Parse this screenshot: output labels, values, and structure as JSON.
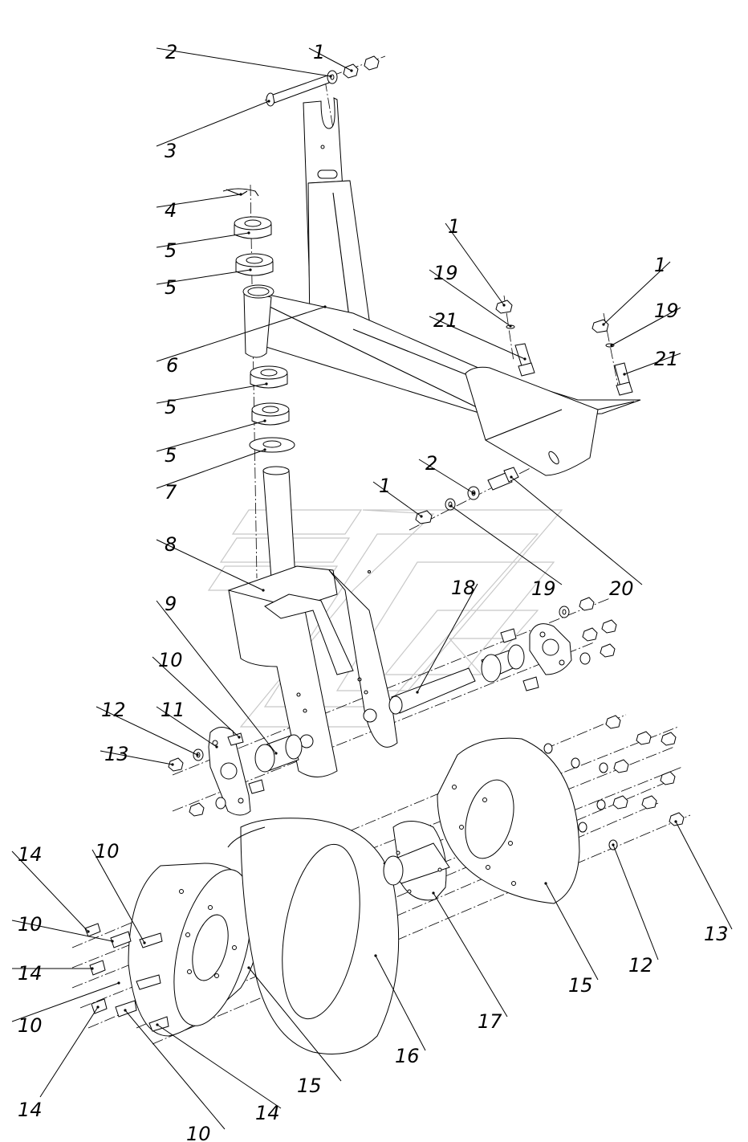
{
  "drawing": {
    "callouts": [
      {
        "id": "c1a",
        "text": "1"
      },
      {
        "id": "c2a",
        "text": "2"
      },
      {
        "id": "c3",
        "text": "3"
      },
      {
        "id": "c4",
        "text": "4"
      },
      {
        "id": "c5a",
        "text": "5"
      },
      {
        "id": "c5b",
        "text": "5"
      },
      {
        "id": "c6",
        "text": "6"
      },
      {
        "id": "c5c",
        "text": "5"
      },
      {
        "id": "c5d",
        "text": "5"
      },
      {
        "id": "c7",
        "text": "7"
      },
      {
        "id": "c1b",
        "text": "1"
      },
      {
        "id": "c19a",
        "text": "19"
      },
      {
        "id": "c21a",
        "text": "21"
      },
      {
        "id": "c1c",
        "text": "1"
      },
      {
        "id": "c19b",
        "text": "19"
      },
      {
        "id": "c21b",
        "text": "21"
      },
      {
        "id": "c8",
        "text": "8"
      },
      {
        "id": "c1d",
        "text": "1"
      },
      {
        "id": "c2b",
        "text": "2"
      },
      {
        "id": "c19c",
        "text": "19"
      },
      {
        "id": "c20",
        "text": "20"
      },
      {
        "id": "c9",
        "text": "9"
      },
      {
        "id": "c18",
        "text": "18"
      },
      {
        "id": "c10a",
        "text": "10"
      },
      {
        "id": "c11",
        "text": "11"
      },
      {
        "id": "c12a",
        "text": "12"
      },
      {
        "id": "c13a",
        "text": "13"
      },
      {
        "id": "c14a",
        "text": "14"
      },
      {
        "id": "c10b",
        "text": "10"
      },
      {
        "id": "c10c",
        "text": "10"
      },
      {
        "id": "c14b",
        "text": "14"
      },
      {
        "id": "c10d",
        "text": "10"
      },
      {
        "id": "c14c",
        "text": "14"
      },
      {
        "id": "c10e",
        "text": "10"
      },
      {
        "id": "c14d",
        "text": "14"
      },
      {
        "id": "c15a",
        "text": "15"
      },
      {
        "id": "c16",
        "text": "16"
      },
      {
        "id": "c17",
        "text": "17"
      },
      {
        "id": "c15b",
        "text": "15"
      },
      {
        "id": "c12b",
        "text": "12"
      },
      {
        "id": "c13b",
        "text": "13"
      }
    ]
  }
}
